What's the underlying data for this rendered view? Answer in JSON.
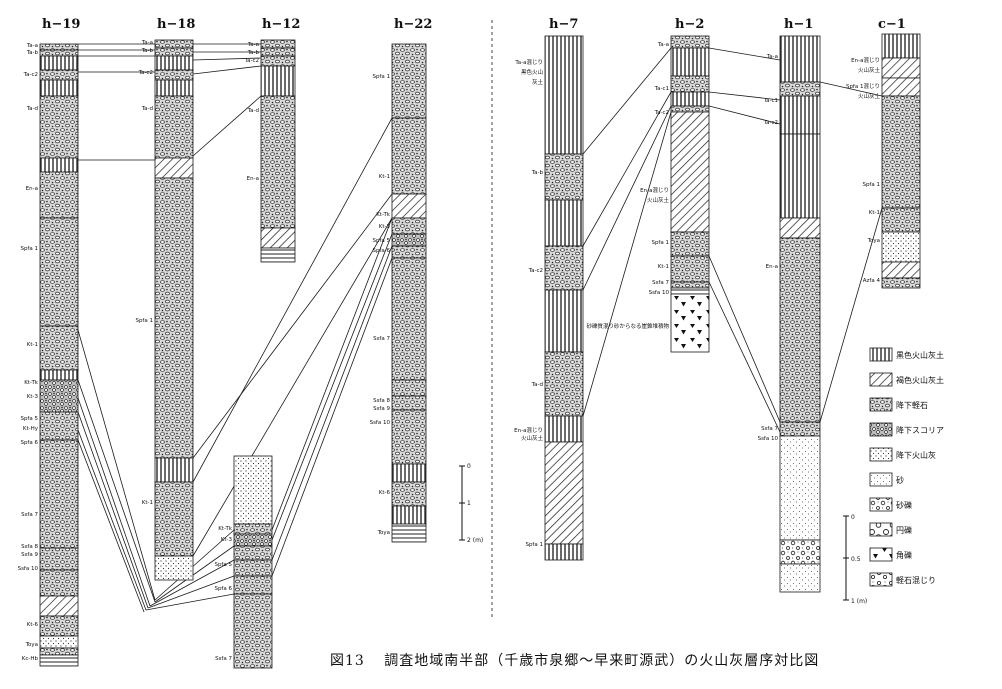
{
  "caption": {
    "figure_number": "図13",
    "text": "調査地域南半部（千歳市泉郷～早来町源武）の火山灰層序対比図"
  },
  "colors": {
    "ink": "#1a1a1a",
    "paper": "#ffffff"
  },
  "columns": [
    {
      "id": "h-19",
      "title": "h−19",
      "panel": "left",
      "labels": [
        "Ta-a",
        "Ta-b",
        "Ta-c2",
        "Ta-d",
        "En-a",
        "Spfa 1",
        "Kt-1",
        "Kt-Tk",
        "Kt-3",
        "Spfa 5",
        "Kt-Hy",
        "Spfa 6",
        "Ssfa 7",
        "Ssfa 8",
        "Ssfa 9",
        "Ssfa 10",
        "Kt-6",
        "Toya",
        "Kc-Hb"
      ]
    },
    {
      "id": "h-18",
      "title": "h−18",
      "panel": "left",
      "labels": [
        "Ta-a",
        "Ta-b",
        "Ta-c2",
        "Ta-d",
        "Spfa 1",
        "Kt-1"
      ]
    },
    {
      "id": "h-12",
      "title": "h−12",
      "panel": "left",
      "labels": [
        "Ta-a",
        "Ta-b",
        "Ta-c2",
        "Ta-d",
        "En-a"
      ]
    },
    {
      "id": "h-16",
      "title": "",
      "panel": "left",
      "labels": [
        "Kt-Tk",
        "Kt-3",
        "Spfa 5",
        "Spfa 6",
        "Ssfa 7"
      ]
    },
    {
      "id": "h-22",
      "title": "h−22",
      "panel": "left",
      "labels": [
        "Spfa 1",
        "Kt-1",
        "Kt-Tk",
        "Kt-3",
        "Spfa 5",
        "Spfa 6",
        "Ssfa 7",
        "Ssfa 8",
        "Ssfa 9",
        "Ssfa 10",
        "Kt-6",
        "Toya"
      ]
    },
    {
      "id": "h-7",
      "title": "h−7",
      "panel": "right",
      "labels": [
        "Ta-a混じり",
        "黒色火山",
        "灰土",
        "Ta-b",
        "Ta-c2",
        "Ta-d",
        "En-a混じり",
        "火山灰土",
        "Spfa 1"
      ]
    },
    {
      "id": "h-2",
      "title": "h−2",
      "panel": "right",
      "labels": [
        "Ta-a",
        "Ta-c1",
        "Ta-c2",
        "En-a混じり",
        "火山灰土",
        "Spfa 1",
        "Kt-1",
        "Ssfa 7",
        "Ssfa 10",
        "砂礫質混り砂からなる崖錐堆積物"
      ]
    },
    {
      "id": "h-1",
      "title": "h−1",
      "panel": "right",
      "labels": [
        "Ta-a",
        "Ta-c1",
        "Ta-c2",
        "En-a",
        "Ssfa 7",
        "Ssfa 10"
      ]
    },
    {
      "id": "c-1",
      "title": "c−1",
      "panel": "right",
      "labels": [
        "En-a混じり",
        "火山灰土",
        "Spfa 1混じり",
        "火山灰土",
        "Spfa 1",
        "Kt-1",
        "Toya",
        "Azfa 4"
      ]
    }
  ],
  "scale_left": {
    "ticks": [
      "0",
      "1",
      "2 (m)"
    ]
  },
  "scale_right": {
    "ticks": [
      "0",
      "0.5",
      "1 (m)"
    ]
  },
  "legend": [
    {
      "label": "黒色火山灰土",
      "pattern": "vertical"
    },
    {
      "label": "褐色火山灰土",
      "pattern": "diagonal"
    },
    {
      "label": "降下軽石",
      "pattern": "pumice"
    },
    {
      "label": "降下スコリア",
      "pattern": "scoria"
    },
    {
      "label": "降下火山灰",
      "pattern": "ash"
    },
    {
      "label": "砂",
      "pattern": "sand"
    },
    {
      "label": "砂礫",
      "pattern": "gravel"
    },
    {
      "label": "円礫",
      "pattern": "rounded"
    },
    {
      "label": "角礫",
      "pattern": "angular"
    },
    {
      "label": "軽石混じり",
      "pattern": "pumicemix"
    }
  ]
}
